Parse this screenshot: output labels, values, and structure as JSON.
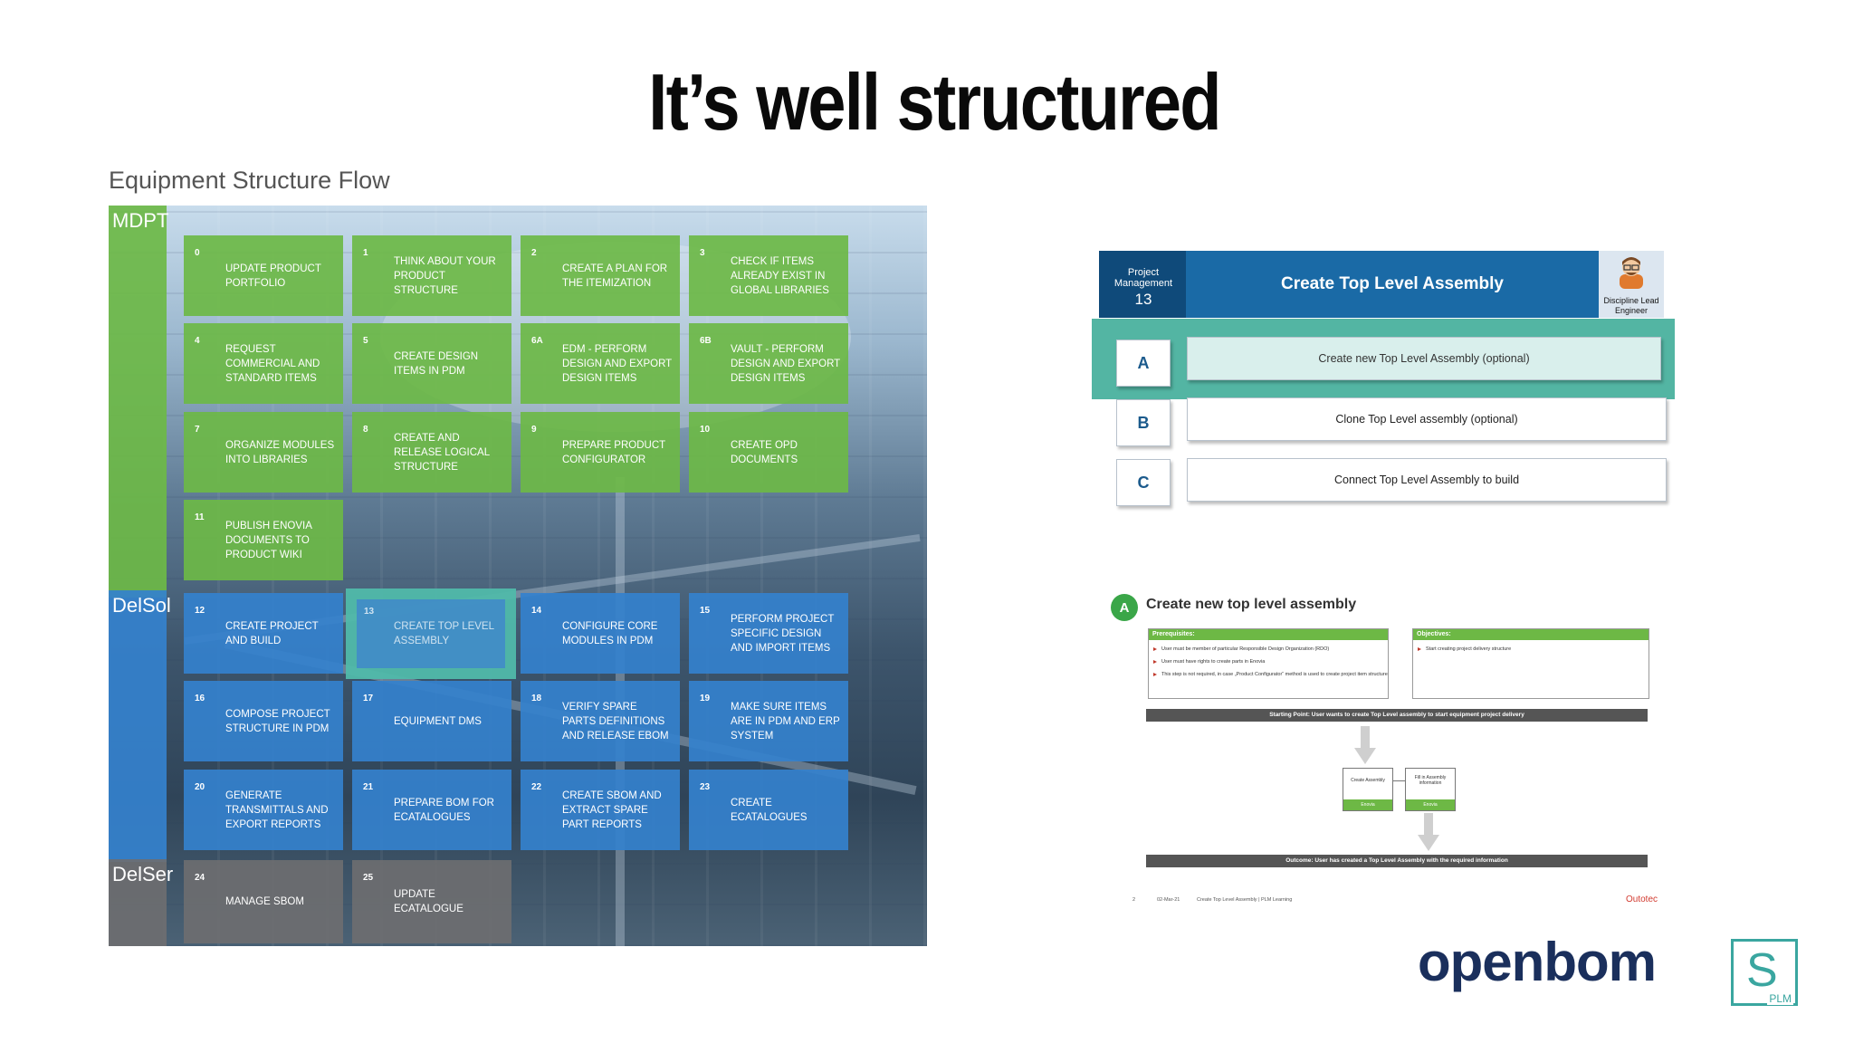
{
  "slide": {
    "title": "It’s well structured",
    "flow_title": "Equipment Structure Flow"
  },
  "flow": {
    "lanes": [
      "MDPT",
      "DelSol",
      "DelSer"
    ],
    "tiles": [
      {
        "num": "0",
        "label": "UPDATE PRODUCT PORTFOLIO",
        "color": "green"
      },
      {
        "num": "1",
        "label": "THINK ABOUT YOUR PRODUCT STRUCTURE",
        "color": "green"
      },
      {
        "num": "2",
        "label": "CREATE A PLAN FOR THE ITEMIZATION",
        "color": "green"
      },
      {
        "num": "3",
        "label": "CHECK IF ITEMS ALREADY EXIST IN GLOBAL LIBRARIES",
        "color": "green"
      },
      {
        "num": "4",
        "label": "REQUEST COMMERCIAL AND STANDARD ITEMS",
        "color": "green"
      },
      {
        "num": "5",
        "label": "CREATE DESIGN ITEMS IN PDM",
        "color": "green"
      },
      {
        "num": "6A",
        "label": "EDM - PERFORM DESIGN AND EXPORT DESIGN ITEMS",
        "color": "green"
      },
      {
        "num": "6B",
        "label": "VAULT - PERFORM DESIGN AND EXPORT DESIGN ITEMS",
        "color": "green"
      },
      {
        "num": "7",
        "label": "ORGANIZE MODULES INTO LIBRARIES",
        "color": "green"
      },
      {
        "num": "8",
        "label": "CREATE AND RELEASE LOGICAL STRUCTURE",
        "color": "green"
      },
      {
        "num": "9",
        "label": "PREPARE PRODUCT CONFIGURATOR",
        "color": "green"
      },
      {
        "num": "10",
        "label": "CREATE OPD DOCUMENTS",
        "color": "green"
      },
      {
        "num": "11",
        "label": "PUBLISH ENOVIA DOCUMENTS TO PRODUCT WIKI",
        "color": "green"
      },
      {
        "num": "12",
        "label": "CREATE PROJECT AND BUILD",
        "color": "blue"
      },
      {
        "num": "13",
        "label": "CREATE TOP LEVEL ASSEMBLY",
        "color": "teal"
      },
      {
        "num": "14",
        "label": "CONFIGURE CORE MODULES IN PDM",
        "color": "blue"
      },
      {
        "num": "15",
        "label": "PERFORM PROJECT SPECIFIC DESIGN AND IMPORT ITEMS",
        "color": "blue"
      },
      {
        "num": "16",
        "label": "COMPOSE PROJECT STRUCTURE IN PDM",
        "color": "blue"
      },
      {
        "num": "17",
        "label": "EQUIPMENT DMS",
        "color": "blue"
      },
      {
        "num": "18",
        "label": "VERIFY SPARE PARTS DEFINITIONS AND RELEASE EBOM",
        "color": "blue"
      },
      {
        "num": "19",
        "label": "MAKE SURE ITEMS ARE IN PDM AND ERP SYSTEM",
        "color": "blue"
      },
      {
        "num": "20",
        "label": "GENERATE TRANSMITTALS AND EXPORT REPORTS",
        "color": "blue"
      },
      {
        "num": "21",
        "label": "PREPARE BOM FOR ECATALOGUES",
        "color": "blue"
      },
      {
        "num": "22",
        "label": "CREATE SBOM AND EXTRACT SPARE PART REPORTS",
        "color": "blue"
      },
      {
        "num": "23",
        "label": "CREATE ECATALOGUES",
        "color": "blue"
      },
      {
        "num": "24",
        "label": "MANAGE SBOM",
        "color": "gray"
      },
      {
        "num": "25",
        "label": "UPDATE ECATALOGUE",
        "color": "gray"
      }
    ]
  },
  "ctla": {
    "pm_label": "Project Management",
    "pm_number": "13",
    "title": "Create Top Level Assembly",
    "role": "Discipline Lead Engineer",
    "rows": [
      {
        "letter": "A",
        "text": "Create new Top Level Assembly (optional)"
      },
      {
        "letter": "B",
        "text": "Clone Top Level assembly (optional)"
      },
      {
        "letter": "C",
        "text": "Connect Top Level Assembly to build"
      }
    ]
  },
  "detail": {
    "badge": "A",
    "heading": "Create new top level assembly",
    "prereq_title": "Prerequisites:",
    "prereqs": [
      "User must be member of particular Responsible Design Organization (RDO)",
      "User must have rights to create parts in Enovia",
      "This step is not required, in case „Product Configurator“ method is used to create project item structure"
    ],
    "obj_title": "Objectives:",
    "objectives": [
      "Start creating project delivery structure"
    ],
    "start_bar": "Starting Point: User wants to create Top Level assembly to start equipment project delivery",
    "steps": [
      {
        "label": "Create Assembly",
        "system": "Enovia"
      },
      {
        "label": "Fill in Assembly information",
        "system": "Enovia"
      }
    ],
    "outcome_bar": "Outcome: User has created a Top Level Assembly with the required information",
    "footer_page": "2",
    "footer_date": "02-Mar-21",
    "footer_title": "Create Top Level Assembly | PLM Learning",
    "footer_brand": "Outotec"
  },
  "logos": {
    "openbom": "openbom",
    "splm_letter": "S",
    "splm_sub": "PLM"
  },
  "colors": {
    "green_tile": "#6cb946",
    "blue_tile": "#3481cd",
    "gray_tile": "#6e6e70",
    "highlight_teal": "#53b5a3",
    "header_blue": "#1a6aa6",
    "openbom_navy": "#1a2f5c"
  }
}
